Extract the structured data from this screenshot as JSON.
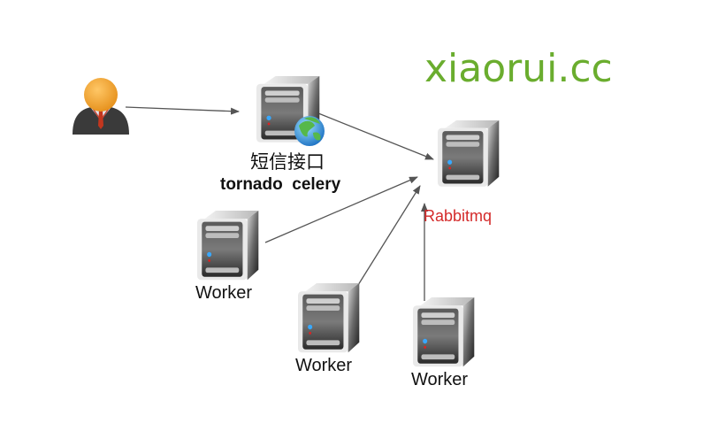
{
  "watermark": {
    "text": "xiaorui.cc",
    "color": "#6aad2e"
  },
  "nodes": {
    "user": {
      "icon": "user-icon"
    },
    "api_server": {
      "label_cn": "短信接口",
      "label_en": "tornado  celery",
      "icon": "server-icon",
      "badge_icon": "globe-icon"
    },
    "broker": {
      "label": "Rabbitmq",
      "label_color": "#d42a2a",
      "icon": "server-icon"
    },
    "worker1": {
      "label": "Worker",
      "icon": "server-icon"
    },
    "worker2": {
      "label": "Worker",
      "icon": "server-icon"
    },
    "worker3": {
      "label": "Worker",
      "icon": "server-icon"
    }
  },
  "edges": [
    {
      "from": "user",
      "to": "api_server"
    },
    {
      "from": "api_server",
      "to": "broker"
    },
    {
      "from": "worker1",
      "to": "broker"
    },
    {
      "from": "worker2",
      "to": "broker"
    },
    {
      "from": "worker3",
      "to": "broker"
    }
  ],
  "colors": {
    "edge": "#555555"
  }
}
